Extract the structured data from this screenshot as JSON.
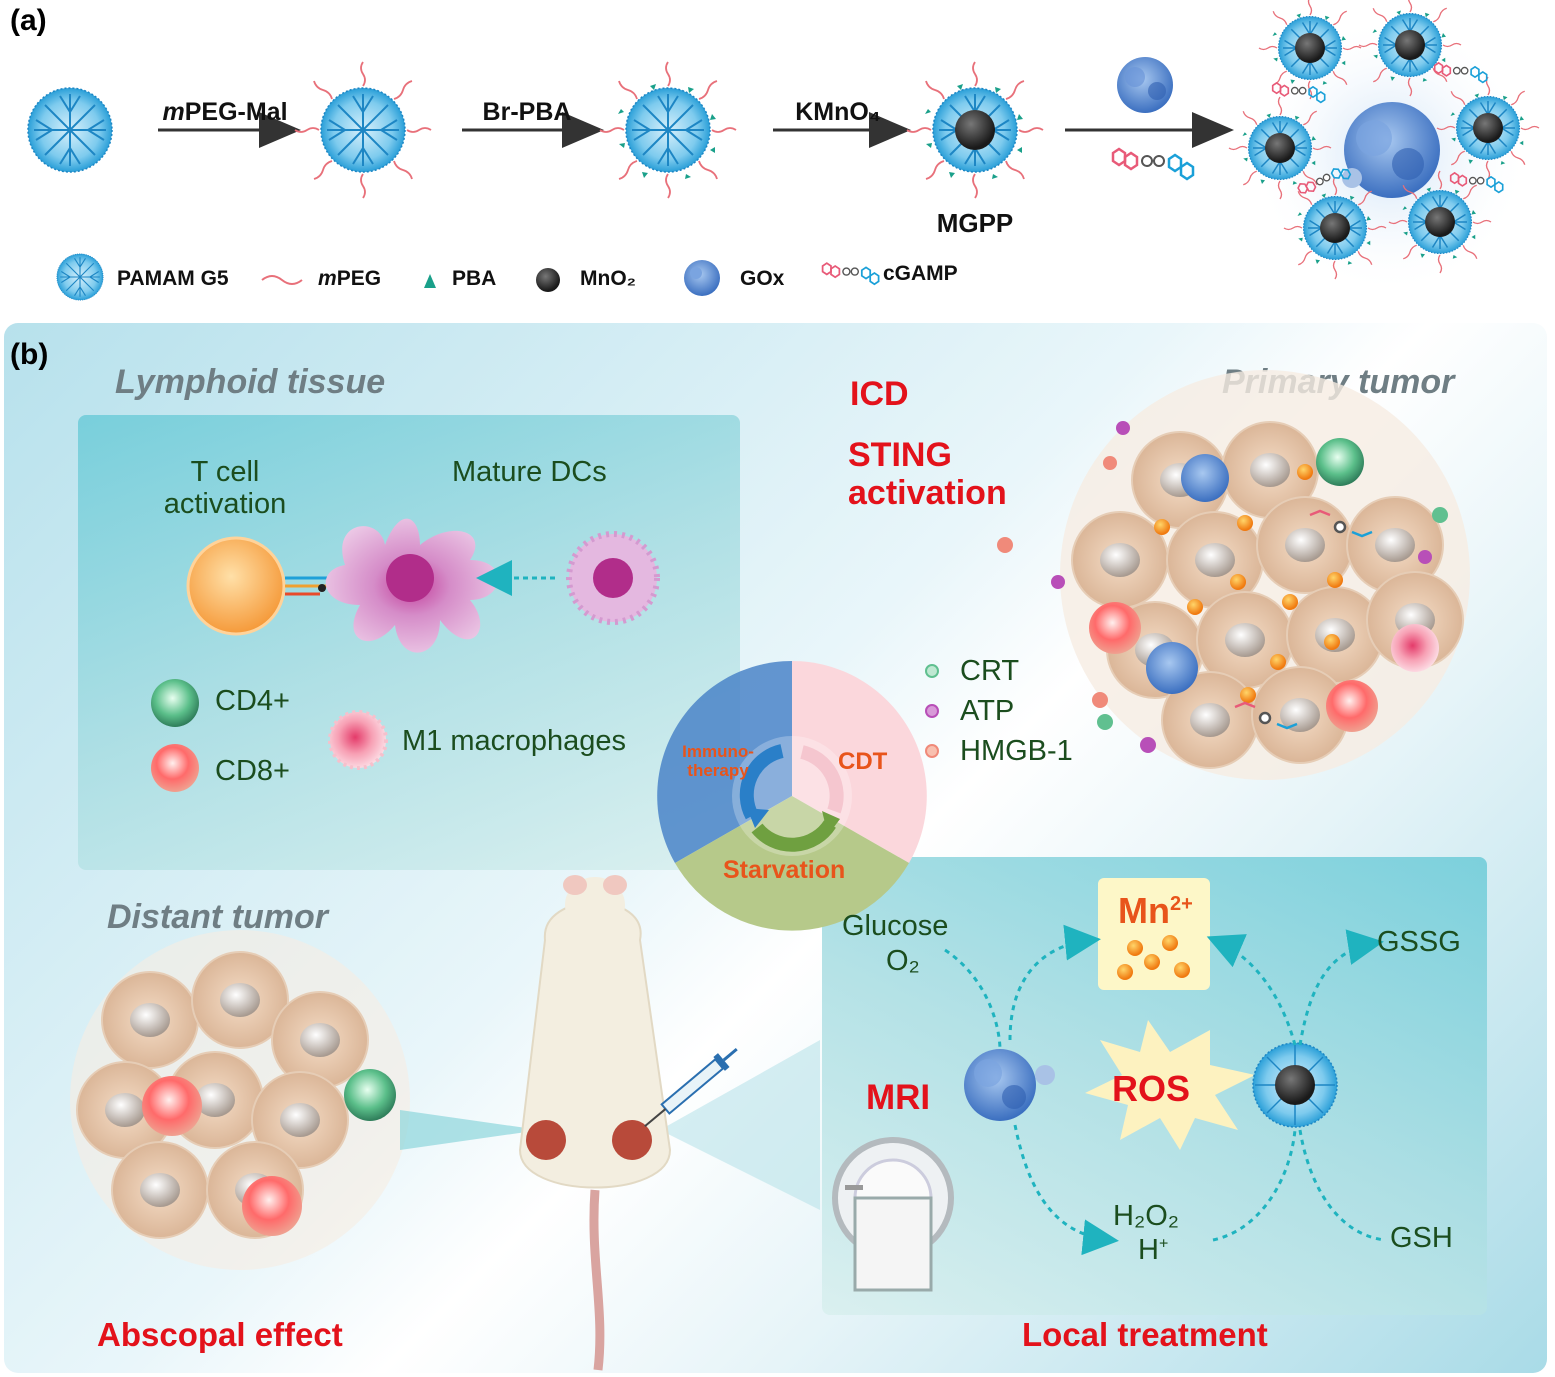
{
  "panel_a": {
    "label": "(a)",
    "step1_label_italic": "m",
    "step1_label_rest": "PEG-Mal",
    "step2_label": "Br-PBA",
    "step3_label": "KMnO₄",
    "product_label": "MGPP"
  },
  "legend": {
    "pamam": "PAMAM G5",
    "mpeg_italic": "m",
    "mpeg_rest": "PEG",
    "pba": "PBA",
    "mno2": "MnO₂",
    "gox": "GOx",
    "cgamp": "cGAMP"
  },
  "panel_b": {
    "label": "(b)",
    "lymphoid_title": "Lymphoid tissue",
    "tcell_line1": "T cell",
    "tcell_line2": "activation",
    "mature_dcs": "Mature DCs",
    "cd4": "CD4+",
    "cd8": "CD8+",
    "m1": "M1 macrophages",
    "icd": "ICD",
    "sting_line1": "STING",
    "sting_line2": "activation",
    "primary_title": "Primary tumor",
    "crt": "CRT",
    "atp": "ATP",
    "hmgb": "HMGB-1",
    "immuno_line1": "Immuno-",
    "immuno_line2": "therapy",
    "cdt": "CDT",
    "starvation": "Starvation",
    "distant_title": "Distant tumor",
    "abscopal": "Abscopal effect",
    "glucose": "Glucose",
    "o2": "O₂",
    "mn_base": "Mn",
    "mn_sup": "2+",
    "gssg": "GSSG",
    "ros": "ROS",
    "mri": "MRI",
    "h2o2": "H₂O₂",
    "hplus_base": "H",
    "hplus_sup": "+",
    "gsh": "GSH",
    "local": "Local treatment"
  },
  "colors": {
    "red_text": "#e3121b",
    "orange_text": "#e8541b",
    "green_text": "#1b4d1e",
    "gray_title": "#6f7e84",
    "panel_bg": "#cfeaf1",
    "dendrimer_blue": "#2a9fd8"
  }
}
